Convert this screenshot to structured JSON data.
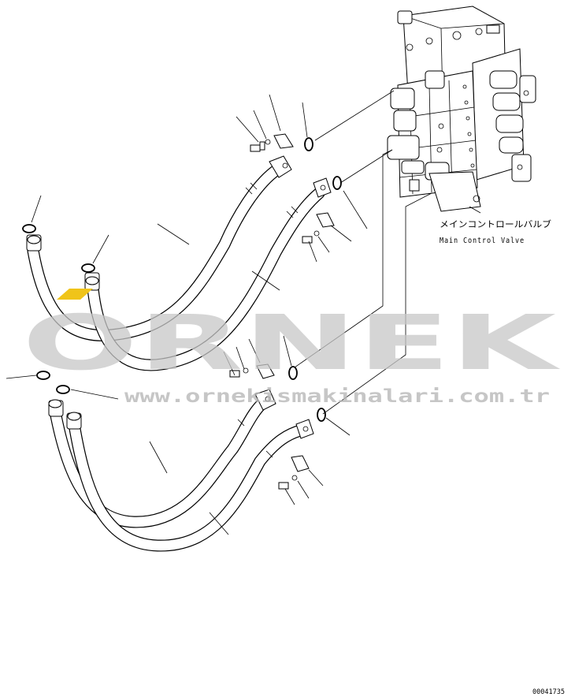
{
  "valve_label": {
    "jp": "メインコントロールバルブ",
    "en": "Main Control Valve"
  },
  "watermark": {
    "brand": "ORNEK",
    "url": "www.ornekismakinalari.com.tr",
    "accent_color": "#f0c419"
  },
  "figure_number": "00041735"
}
